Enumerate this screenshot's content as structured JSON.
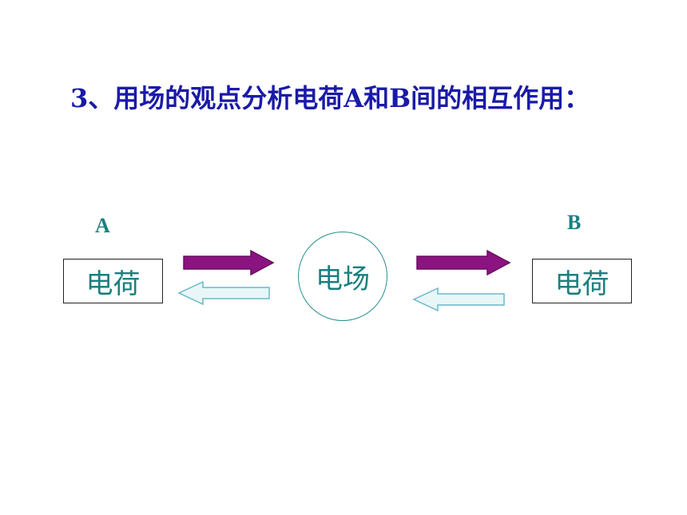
{
  "title": "3、用场的观点分析电荷A和B间的相互作用：",
  "diagram": {
    "label_a": "A",
    "label_b": "B",
    "left_box": "电荷",
    "center_circle": "电场",
    "right_box": "电荷"
  },
  "colors": {
    "text": "#1a7f7f",
    "title": "#1a1aa8",
    "circle_border": "#2a8f8f",
    "arrow_solid_fill": "#8b1480",
    "arrow_solid_edge": "#6a0f62",
    "arrow_outline_fill": "#e8f6f8",
    "arrow_outline_edge": "#6ab8c8"
  }
}
